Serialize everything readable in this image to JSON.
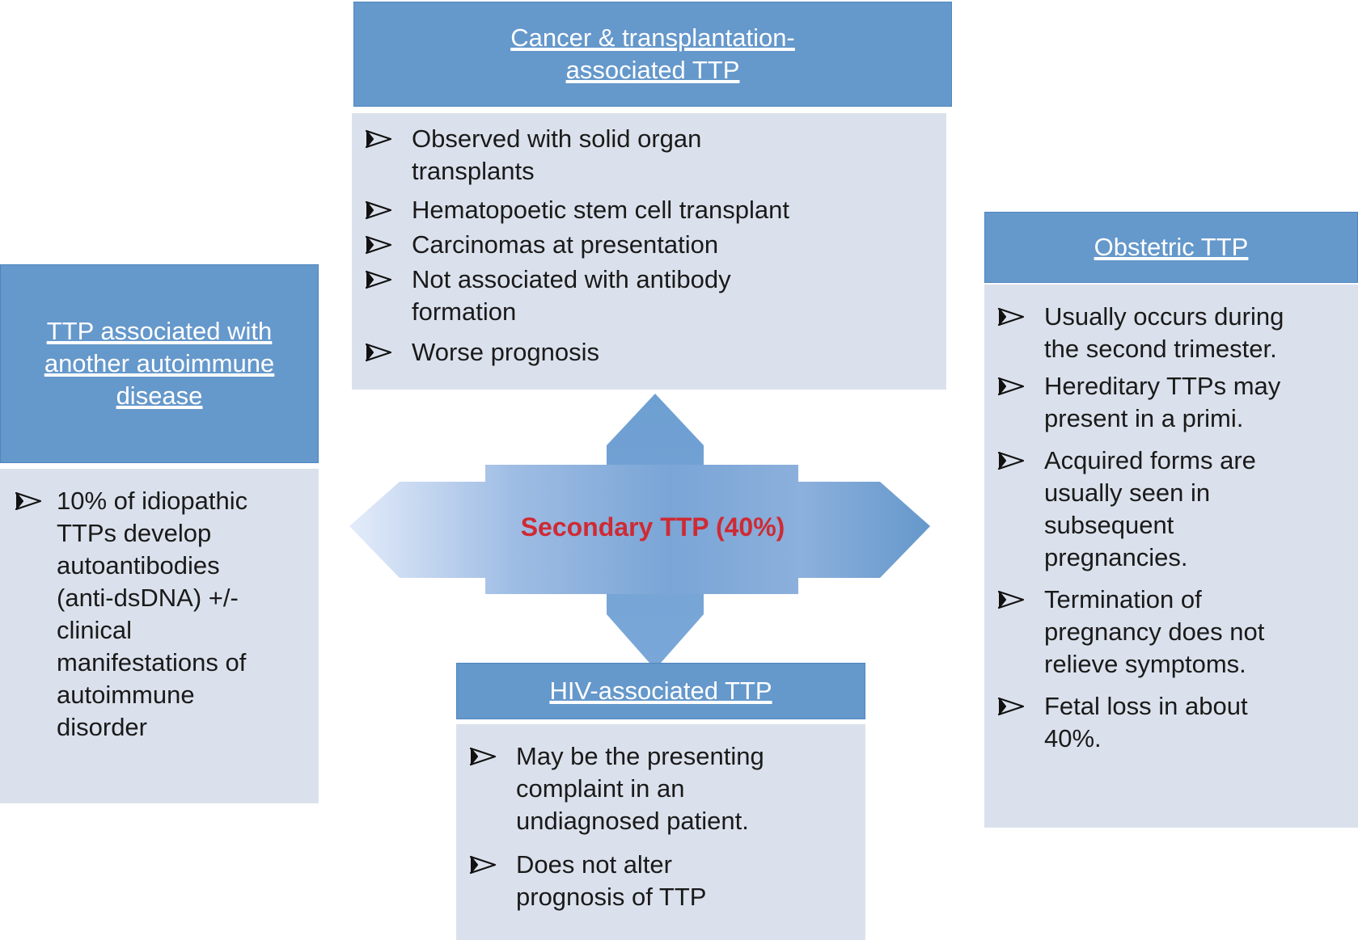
{
  "center": {
    "label": "Secondary TTP (40%)"
  },
  "boxes": {
    "top": {
      "title_line1": "Cancer & transplantation-",
      "title_line2": "associated TTP",
      "items": [
        "Observed with solid organ transplants",
        "Hematopoetic stem cell transplant",
        "Carcinomas at presentation",
        "Not associated with antibody formation",
        "Worse prognosis"
      ]
    },
    "left": {
      "title": "TTP associated with another autoimmune disease",
      "items": [
        "10% of idiopathic TTPs develop autoantibodies (anti-dsDNA) +/- clinical manifestations of autoimmune disorder"
      ]
    },
    "right": {
      "title": "Obstetric TTP",
      "items": [
        "Usually occurs during the second trimester.",
        "Hereditary TTPs may present in a primi.",
        "Acquired forms are usually seen in subsequent pregnancies.",
        "Termination of pregnancy does not relieve symptoms.",
        "Fetal loss in about 40%."
      ]
    },
    "bottom": {
      "title": "HIV-associated TTP",
      "items": [
        "May be the presenting complaint in an undiagnosed patient.",
        "Does not alter prognosis of TTP"
      ]
    }
  },
  "colors": {
    "header_fill": "#6598cb",
    "body_fill": "#dbe1ec",
    "center_text": "#cf2a33"
  },
  "icons": {
    "bullet": "arrowhead-bullet-icon"
  }
}
